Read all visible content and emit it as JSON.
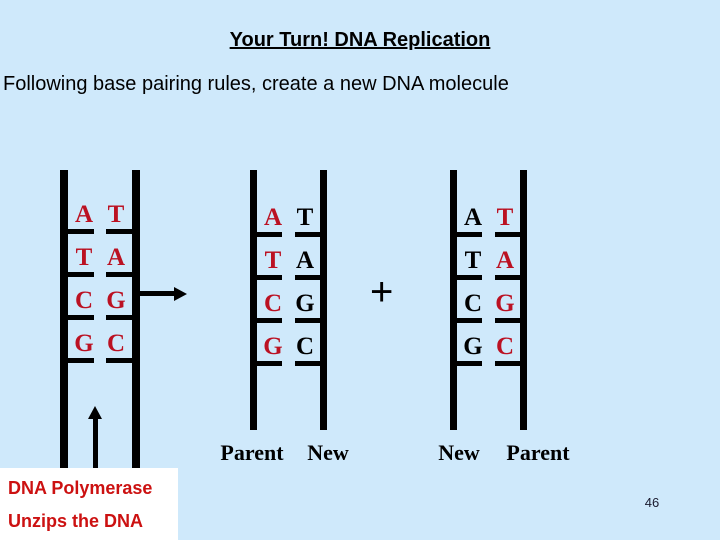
{
  "slide": {
    "title": "Your Turn! DNA Replication",
    "subtitle": "Following base pairing rules, create a new DNA molecule",
    "page_number": "46",
    "background_color": "#cfe9fb",
    "base_red": "#bb1122",
    "base_black": "#000000",
    "caption_color": "#cc1111"
  },
  "caption": {
    "line1": "DNA Polymerase",
    "line2": "Unzips the DNA"
  },
  "operator": {
    "plus": "+"
  },
  "ladders": [
    {
      "id": "parent-unzipping",
      "name": "original-dna-molecule",
      "pairs": [
        {
          "left": "A",
          "left_color": "red",
          "right": "T",
          "right_color": "red"
        },
        {
          "left": "T",
          "left_color": "red",
          "right": "A",
          "right_color": "red"
        },
        {
          "left": "C",
          "left_color": "red",
          "right": "G",
          "right_color": "red"
        },
        {
          "left": "G",
          "left_color": "red",
          "right": "C",
          "right_color": "red"
        }
      ],
      "label_left": "",
      "label_right": ""
    },
    {
      "id": "daughter-one",
      "name": "daughter-dna-molecule-1",
      "pairs": [
        {
          "left": "A",
          "left_color": "red",
          "right": "T",
          "right_color": "black"
        },
        {
          "left": "T",
          "left_color": "red",
          "right": "A",
          "right_color": "black"
        },
        {
          "left": "C",
          "left_color": "red",
          "right": "G",
          "right_color": "black"
        },
        {
          "left": "G",
          "left_color": "red",
          "right": "C",
          "right_color": "black"
        }
      ],
      "label_left": "Parent",
      "label_right": "New"
    },
    {
      "id": "daughter-two",
      "name": "daughter-dna-molecule-2",
      "pairs": [
        {
          "left": "A",
          "left_color": "black",
          "right": "T",
          "right_color": "red"
        },
        {
          "left": "T",
          "left_color": "black",
          "right": "A",
          "right_color": "red"
        },
        {
          "left": "C",
          "left_color": "black",
          "right": "G",
          "right_color": "red"
        },
        {
          "left": "G",
          "left_color": "black",
          "right": "C",
          "right_color": "red"
        }
      ],
      "label_left": "New",
      "label_right": "Parent"
    }
  ]
}
